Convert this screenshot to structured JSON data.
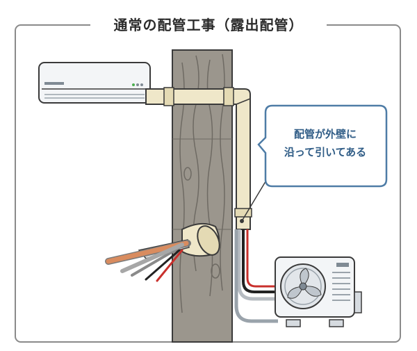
{
  "title": "通常の配管工事（露出配管）",
  "callout": {
    "line1": "配管が外壁に",
    "line2": "沿って引いてある"
  },
  "colors": {
    "frame": "#7a7a7a",
    "callout_border": "#4e7ca6",
    "callout_text": "#2f5c86",
    "wall": "#9a958c",
    "pipe_cover": "#efe7c9",
    "copper": "#d98c5f",
    "unit_body": "#f3f5f7"
  },
  "icons": [
    "indoor-unit-icon",
    "outdoor-unit-icon",
    "fan-icon",
    "wall-icon",
    "pipe-cover-icon",
    "copper-pipe-icon"
  ]
}
